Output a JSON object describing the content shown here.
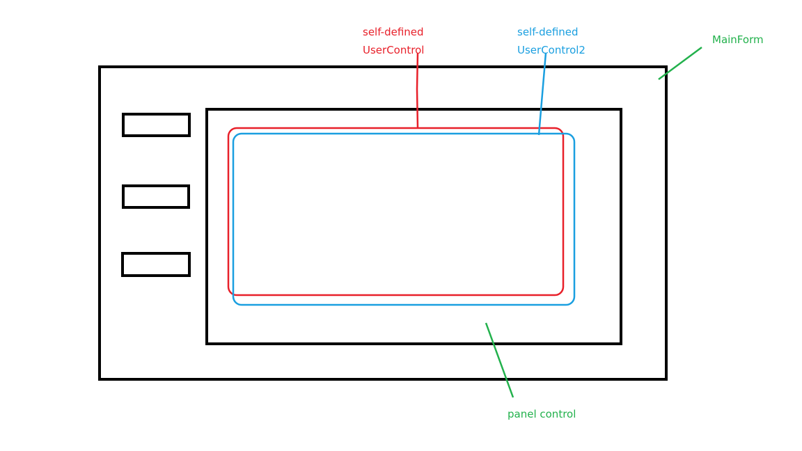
{
  "labels": {
    "user_control_line1": "self-defined",
    "user_control_line2": "UserControl",
    "user_control2_line1": "self-defined",
    "user_control2_line2": "UserControl2",
    "main_form": "MainForm",
    "panel_control": "panel control"
  },
  "colors": {
    "outline": "#000000",
    "user_control": "#e8202a",
    "user_control2": "#1a9fe0",
    "annotation": "#22b14c"
  },
  "buttons": {
    "count": 3
  }
}
